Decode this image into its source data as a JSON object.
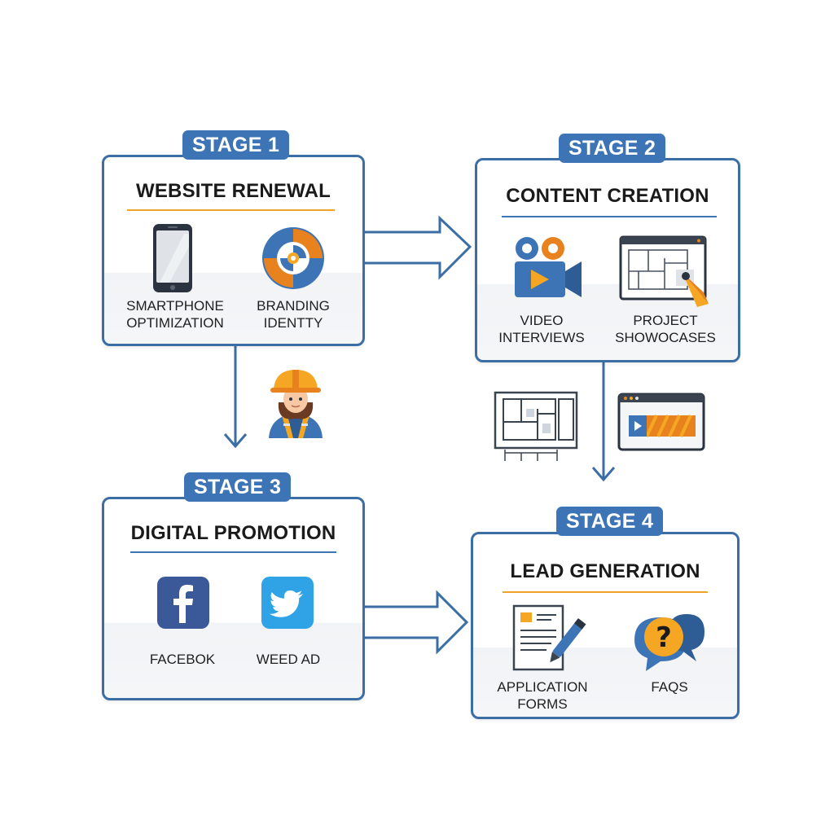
{
  "stages": [
    {
      "badge": "STAGE 1",
      "title": "WEBSITE RENEWAL",
      "items": [
        {
          "icon": "smartphone-icon",
          "label_line1": "SMARTPHONE",
          "label_line2": "OPTIMIZATION"
        },
        {
          "icon": "branding-icon",
          "label_line1": "BRANDING",
          "label_line2": "IDENTTY"
        }
      ]
    },
    {
      "badge": "STAGE 2",
      "title": "CONTENT CREATION",
      "items": [
        {
          "icon": "video-camera-icon",
          "label_line1": "VIDEO",
          "label_line2": "INTERVIEWS"
        },
        {
          "icon": "blueprint-showcase-icon",
          "label_line1": "PROJECT",
          "label_line2": "SHOWOCASES"
        }
      ]
    },
    {
      "badge": "STAGE 3",
      "title": "DIGITAL PROMOTION",
      "items": [
        {
          "icon": "facebook-icon",
          "label_line1": "FACEBOK",
          "label_line2": ""
        },
        {
          "icon": "twitter-icon",
          "label_line1": "WEED AD",
          "label_line2": ""
        }
      ]
    },
    {
      "badge": "STAGE 4",
      "title": "LEAD GENERATION",
      "items": [
        {
          "icon": "application-form-icon",
          "label_line1": "APPLICATION",
          "label_line2": "FORMS"
        },
        {
          "icon": "faq-bubble-icon",
          "label_line1": "FAQS",
          "label_line2": ""
        }
      ]
    }
  ],
  "decorations": [
    "construction-worker-icon",
    "floor-plan-icon",
    "browser-window-icon"
  ],
  "colors": {
    "primary_blue": "#3d74b6",
    "border_blue": "#3a6ea5",
    "accent_orange": "#f5a623",
    "dark_orange": "#e8821e",
    "text": "#1a1a1a"
  }
}
